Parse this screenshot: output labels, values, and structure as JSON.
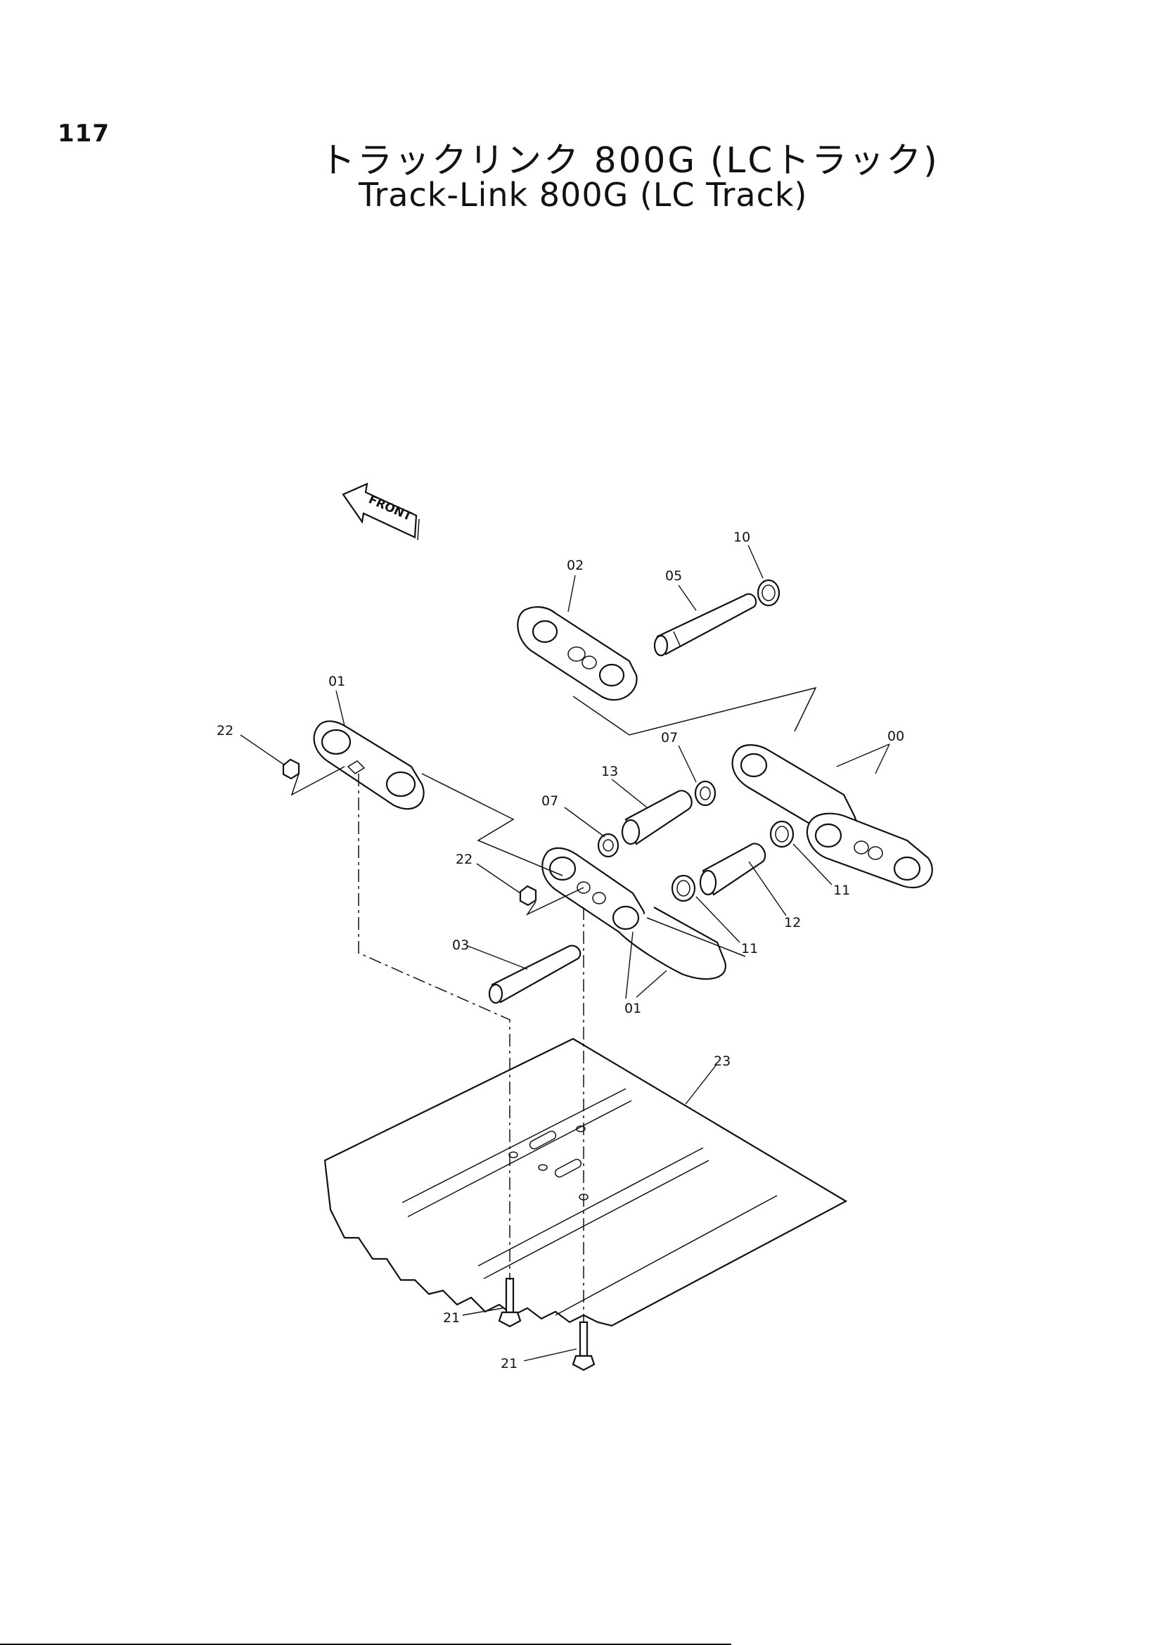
{
  "page": {
    "number": "117",
    "title_jp": "トラックリンク 800G (LCトラック)",
    "title_en": "Track-Link 800G (LC Track)"
  },
  "diagram": {
    "front_label": "FRONT",
    "callouts": [
      "10",
      "02",
      "05",
      "01",
      "22",
      "07",
      "00",
      "13",
      "07",
      "22",
      "11",
      "11",
      "12",
      "03",
      "01",
      "23",
      "21",
      "21"
    ]
  }
}
